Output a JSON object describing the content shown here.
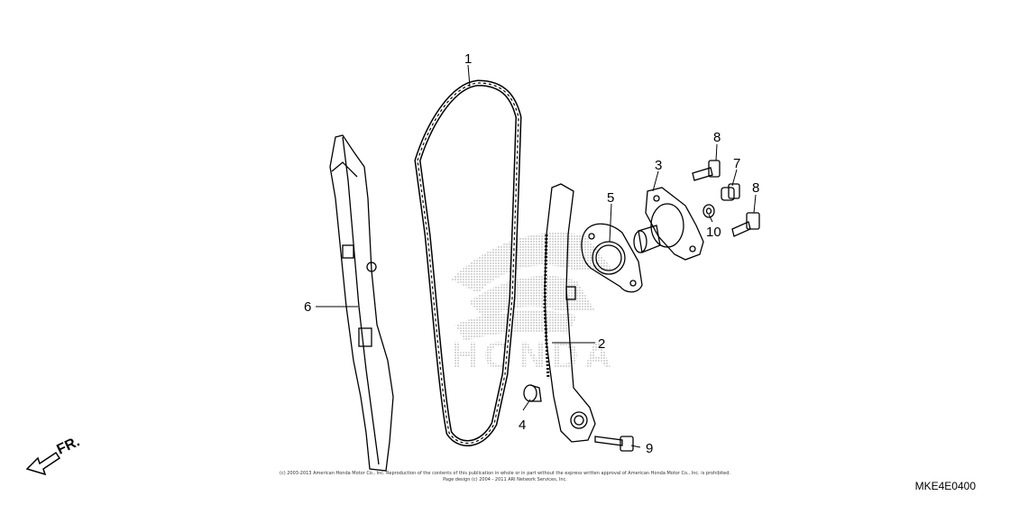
{
  "callouts": [
    {
      "id": "cam-chain",
      "number": "1"
    },
    {
      "id": "tensioner-slider",
      "number": "2"
    },
    {
      "id": "tensioner-lifter",
      "number": "3"
    },
    {
      "id": "pivot-collar",
      "number": "4"
    },
    {
      "id": "gasket",
      "number": "5"
    },
    {
      "id": "guide-slider",
      "number": "6"
    },
    {
      "id": "sealing-bolt",
      "number": "7"
    },
    {
      "id": "bolt-upper",
      "number": "8"
    },
    {
      "id": "bolt-lower",
      "number": "8"
    },
    {
      "id": "pivot-bolt",
      "number": "9"
    },
    {
      "id": "washer",
      "number": "10"
    }
  ],
  "watermark": "HONDA",
  "direction_label": "FR.",
  "copyright_line1": "(c) 2003-2013 American Honda Motor Co., Inc. Reproduction of the contents of this publication in whole or in part without the express written approval of American Honda Motor Co., Inc. is prohibited.",
  "copyright_line2": "Page design (c) 2004 - 2011 ARI Network Services, Inc.",
  "diagram_code": "MKE4E0400"
}
